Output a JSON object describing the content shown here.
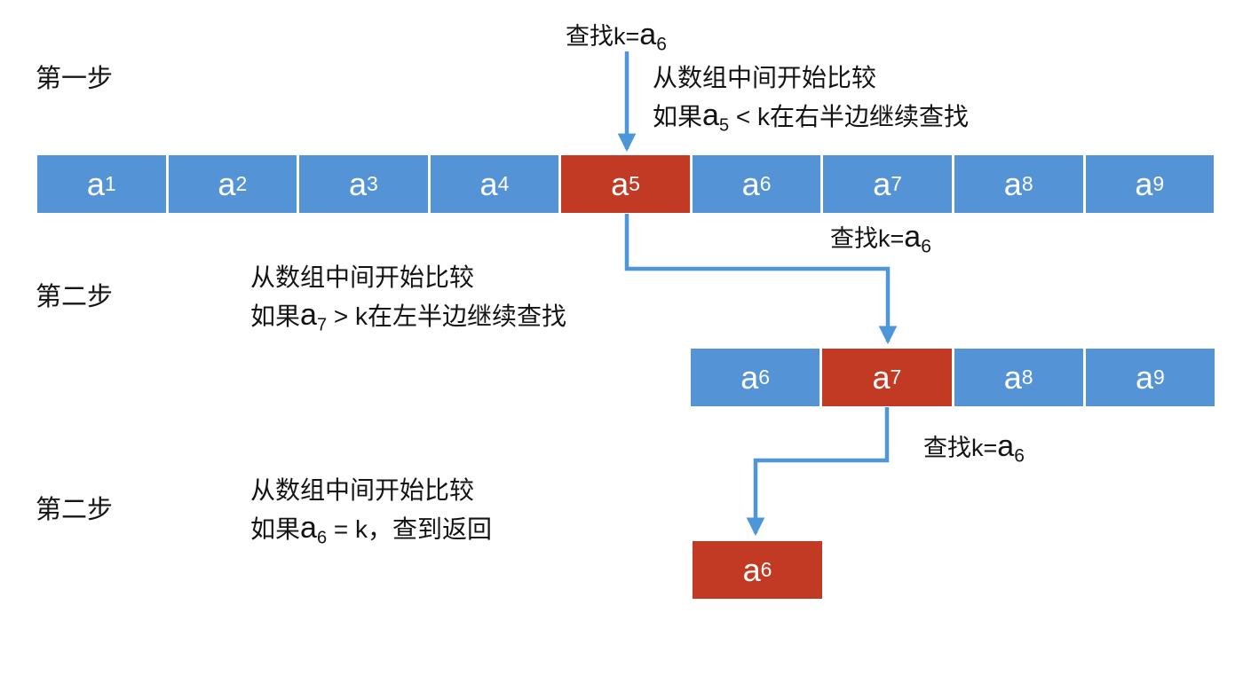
{
  "colors": {
    "cell_blue": "#5493D6",
    "cell_red": "#C23A24",
    "arrow_blue": "#4D96D9",
    "cell_text": "#FFFFFF",
    "text_black": "#141414"
  },
  "step_labels": {
    "step1": "第一步",
    "step2": "第二步",
    "step3": "第二步"
  },
  "search_labels": {
    "top": {
      "pre": "查找k=",
      "base": "a",
      "sub": "6"
    },
    "mid": {
      "pre": "查找k=",
      "base": "a",
      "sub": "6"
    },
    "bottom": {
      "pre": "查找k=",
      "base": "a",
      "sub": "6"
    }
  },
  "steps": {
    "step1": {
      "line1": "从数组中间开始比较",
      "line2": {
        "pre": "如果",
        "base": "a",
        "sub": "5",
        "post": " < k在右半边继续查找"
      }
    },
    "step2": {
      "line1": "从数组中间开始比较",
      "line2": {
        "pre": "如果",
        "base": "a",
        "sub": "7",
        "post": " > k在左半边继续查找"
      }
    },
    "step3": {
      "line1": "从数组中间开始比较",
      "line2": {
        "pre": "如果",
        "base": "a",
        "sub": "6",
        "post": " = k，查到返回"
      }
    }
  },
  "arrays": {
    "row1": {
      "cells": [
        {
          "base": "a",
          "sub": "1",
          "highlight": false
        },
        {
          "base": "a",
          "sub": "2",
          "highlight": false
        },
        {
          "base": "a",
          "sub": "3",
          "highlight": false
        },
        {
          "base": "a",
          "sub": "4",
          "highlight": false
        },
        {
          "base": "a",
          "sub": "5",
          "highlight": true
        },
        {
          "base": "a",
          "sub": "6",
          "highlight": false
        },
        {
          "base": "a",
          "sub": "7",
          "highlight": false
        },
        {
          "base": "a",
          "sub": "8",
          "highlight": false
        },
        {
          "base": "a",
          "sub": "9",
          "highlight": false
        }
      ]
    },
    "row2": {
      "cells": [
        {
          "base": "a",
          "sub": "6",
          "highlight": false
        },
        {
          "base": "a",
          "sub": "7",
          "highlight": true
        },
        {
          "base": "a",
          "sub": "8",
          "highlight": false
        },
        {
          "base": "a",
          "sub": "9",
          "highlight": false
        }
      ]
    },
    "row3": {
      "cells": [
        {
          "base": "a",
          "sub": "6",
          "highlight": true
        }
      ]
    }
  }
}
